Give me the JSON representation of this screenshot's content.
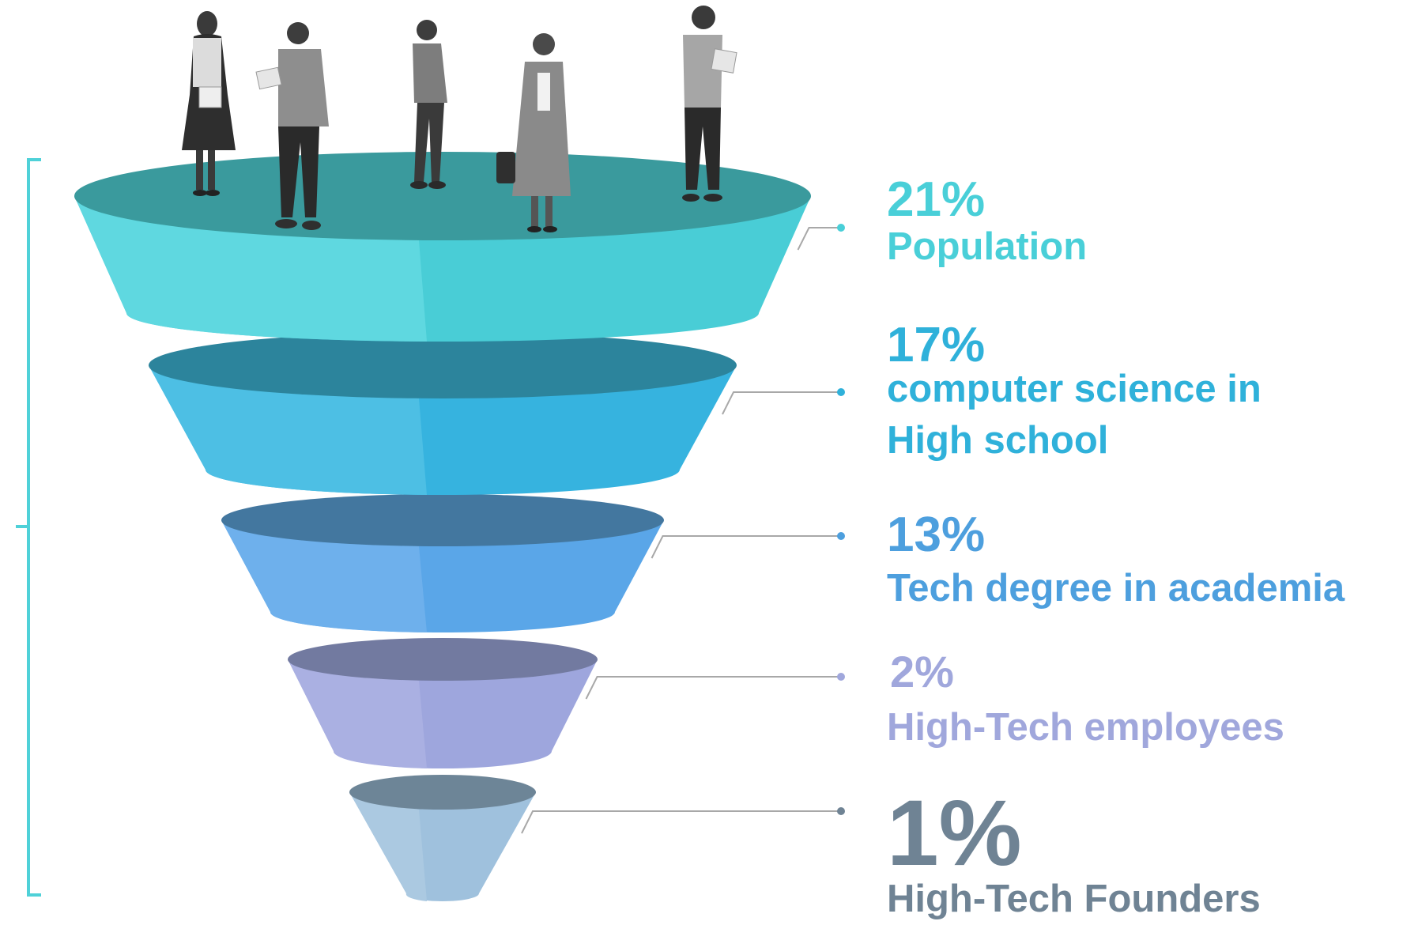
{
  "colors": {
    "bracket": "#4fd1d8",
    "connector": "#a8a8a8",
    "people": "#6b6b6b"
  },
  "stages": [
    {
      "percent": "21%",
      "label": "Population",
      "value": 21,
      "rim": "#3a9a9d",
      "side_light": "#5fd8e0",
      "side_dark": "#49cdd6",
      "text": "#49cfd8"
    },
    {
      "percent": "17%",
      "label": "computer science in\nHigh school",
      "value": 17,
      "rim": "#2c849c",
      "side_light": "#4dbfe4",
      "side_dark": "#36b3df",
      "text": "#2fb1da"
    },
    {
      "percent": "13%",
      "label": "Tech degree in academia",
      "value": 13,
      "rim": "#43779f",
      "side_light": "#6eb0ec",
      "side_dark": "#5aa6e8",
      "text": "#4d9fde"
    },
    {
      "percent": "2%",
      "label": "High-Tech employees",
      "value": 2,
      "rim": "#727aa0",
      "side_light": "#aab0e2",
      "side_dark": "#9ea6dd",
      "text": "#a0a7dc"
    },
    {
      "percent": "1%",
      "label": "High-Tech Founders",
      "value": 1,
      "rim": "#6d8597",
      "side_light": "#abc9e1",
      "side_dark": "#9fc1dd",
      "text": "#6f8394"
    }
  ]
}
